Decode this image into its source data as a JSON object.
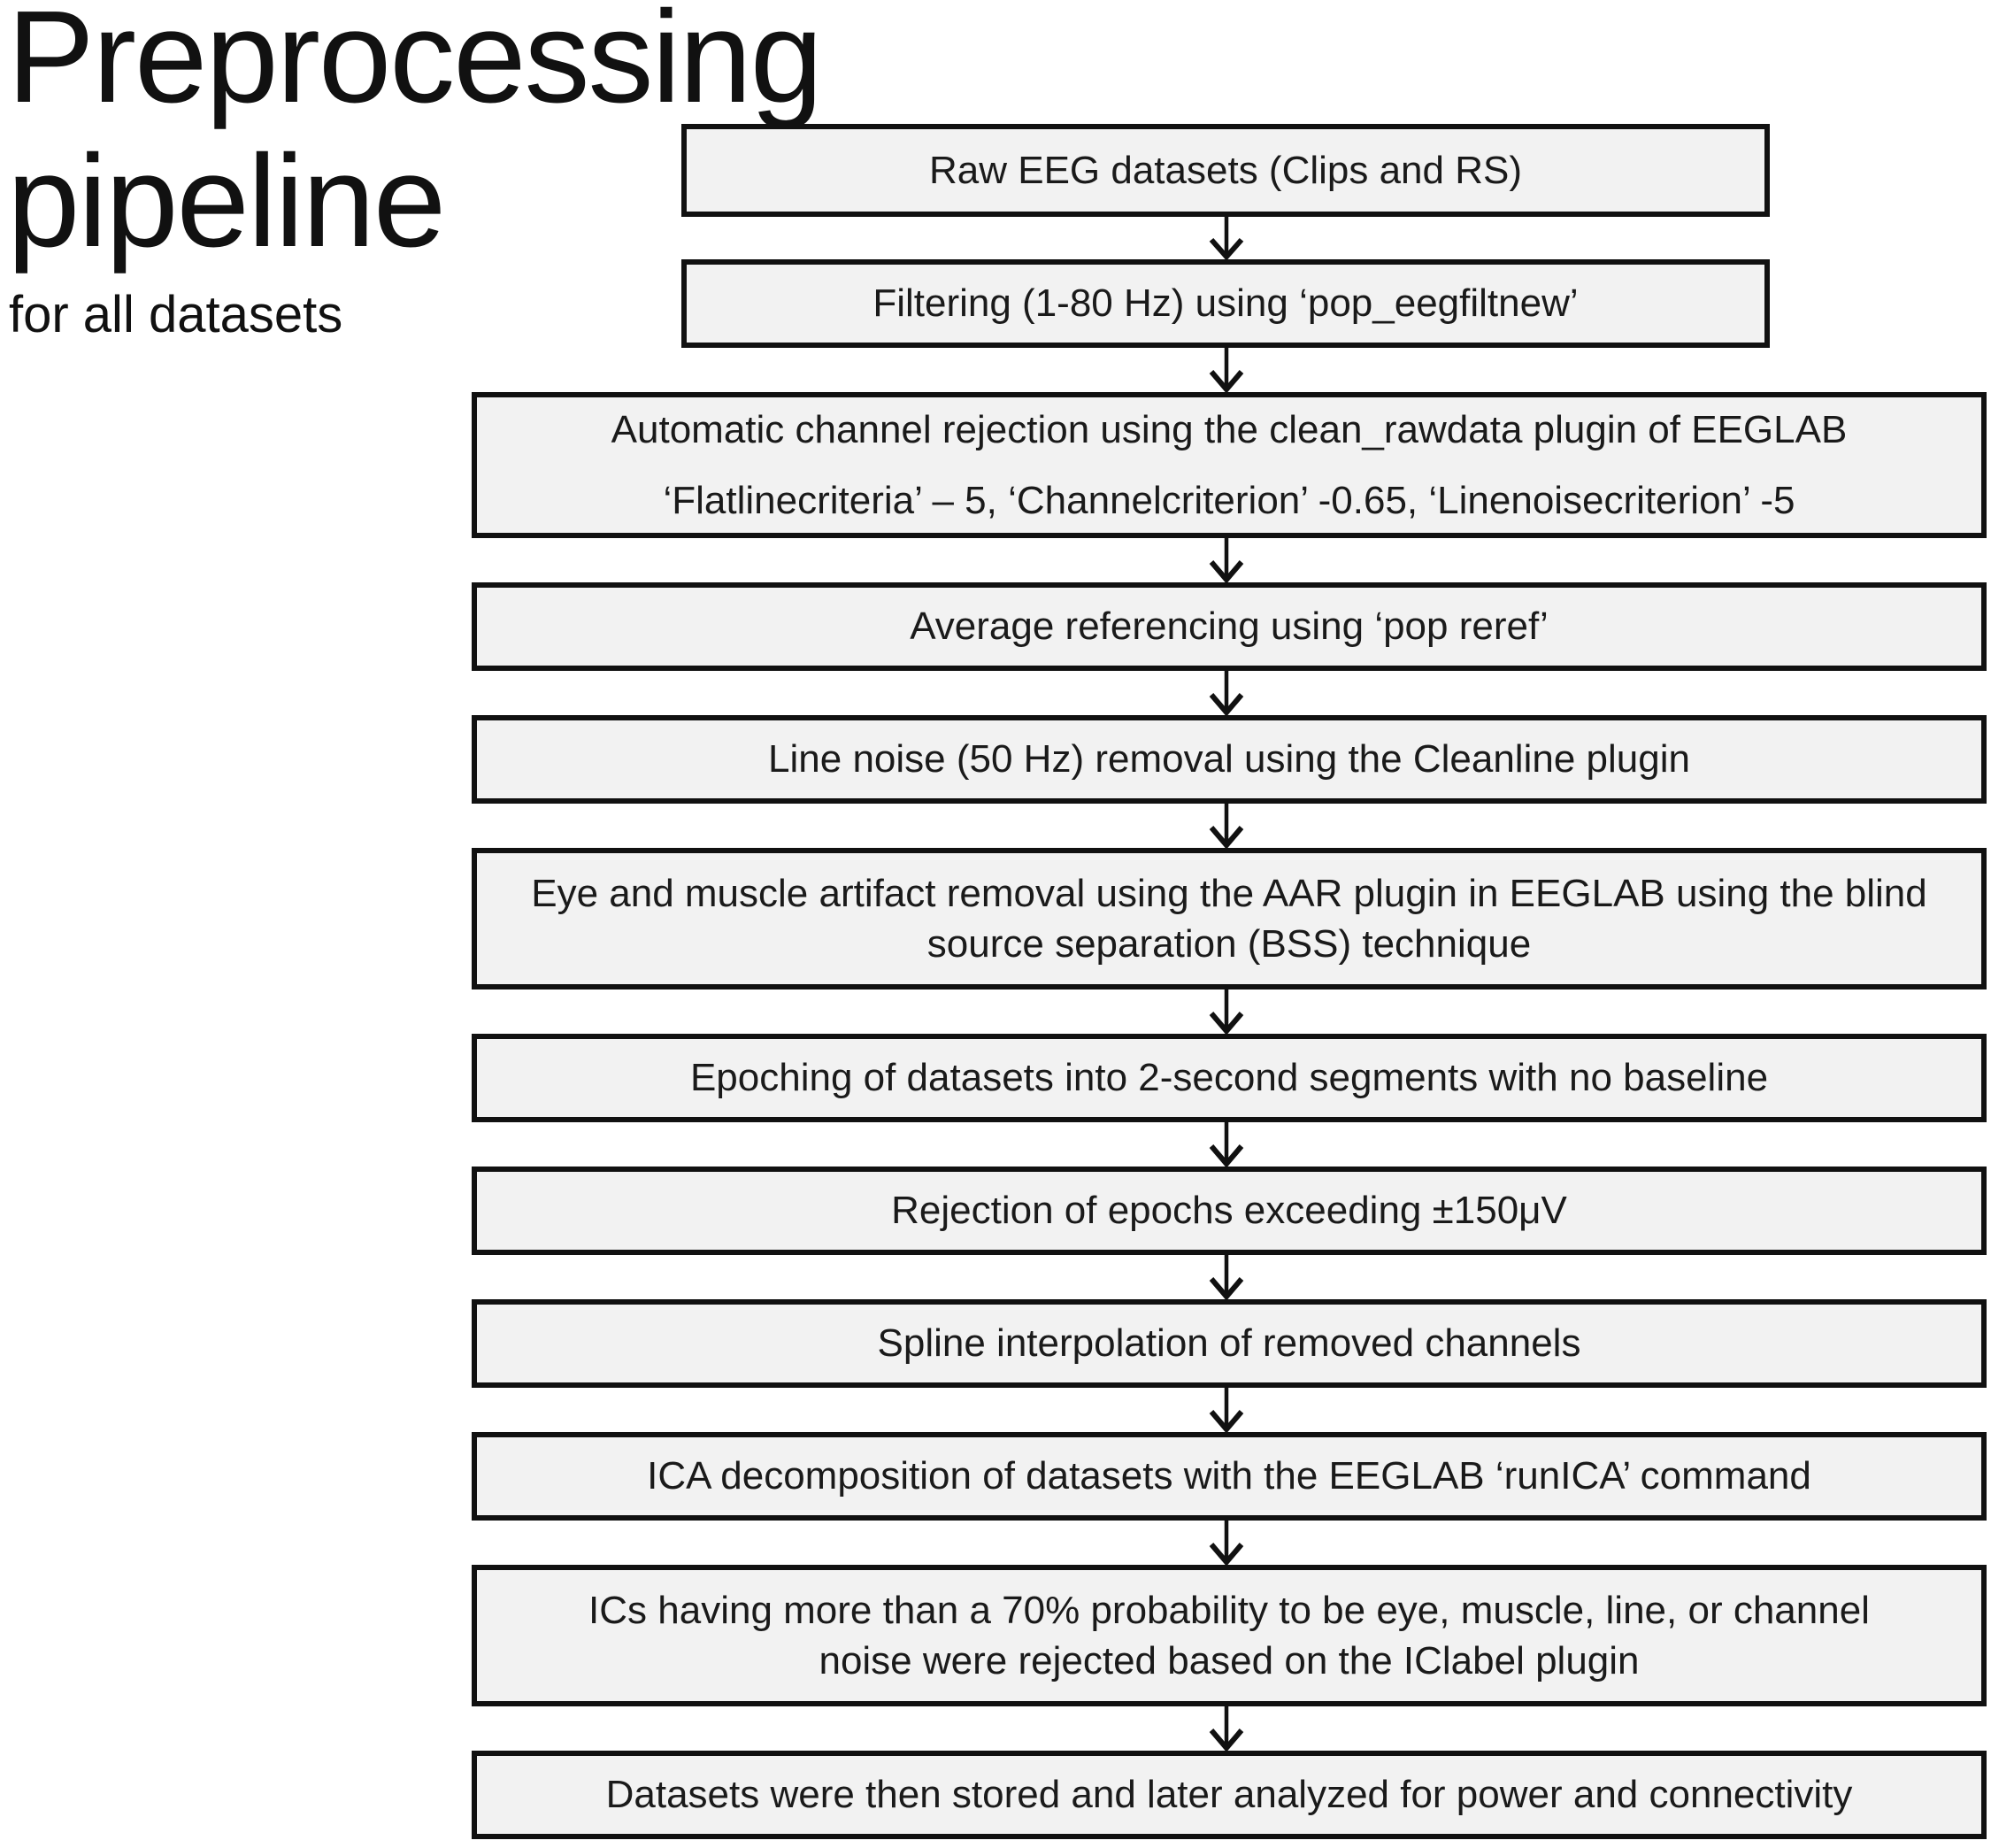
{
  "title": {
    "line1": "Preprocessing",
    "line2": "pipeline",
    "subtitle": "for all datasets"
  },
  "diagram": {
    "type": "flowchart",
    "direction": "top-down",
    "colors": {
      "background": "#ffffff",
      "box_fill": "#f2f2f2",
      "box_border": "#111111",
      "text": "#1a1a1a",
      "arrow": "#111111"
    }
  },
  "steps": [
    {
      "label": "Raw EEG datasets (Clips and RS)"
    },
    {
      "label": "Filtering (1-80 Hz) using ‘pop_eegfiltnew’"
    },
    {
      "label": "Automatic channel rejection using the clean_rawdata plugin of EEGLAB",
      "detail": "‘Flatlinecriteria’ – 5, ‘Channelcriterion’ -0.65, ‘Linenoisecriterion’ -5"
    },
    {
      "label": "Average referencing using ‘pop reref’"
    },
    {
      "label": "Line noise (50 Hz) removal using the Cleanline plugin"
    },
    {
      "label": "Eye and muscle artifact removal using the AAR plugin in EEGLAB using the blind source separation (BSS) technique"
    },
    {
      "label": "Epoching of datasets into 2-second segments with no baseline"
    },
    {
      "label": "Rejection of epochs exceeding ±150μV"
    },
    {
      "label": "Spline interpolation of removed channels"
    },
    {
      "label": "ICA decomposition of datasets with the EEGLAB ‘runICA’ command"
    },
    {
      "label": "ICs having more than a 70% probability to be eye, muscle, line, or channel noise were rejected  based on the IClabel plugin"
    },
    {
      "label": "Datasets were then stored and later analyzed for power and connectivity"
    }
  ]
}
